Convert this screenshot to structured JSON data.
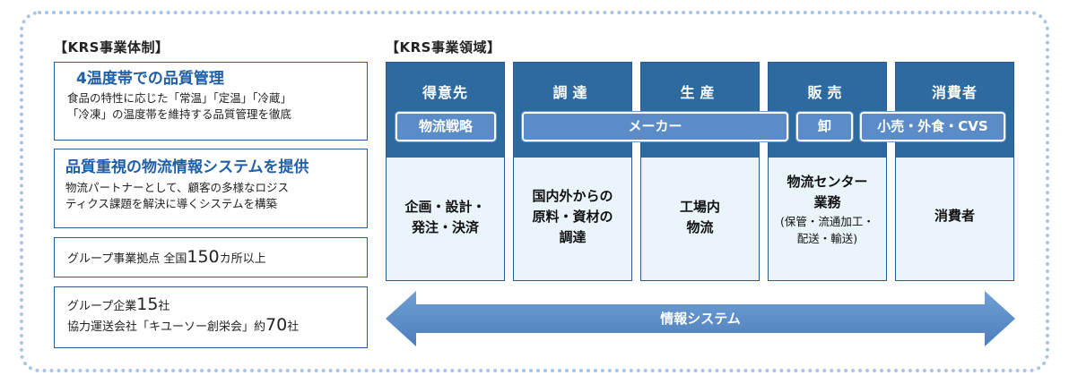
{
  "left": {
    "title": "【KRS事業体制】",
    "box1": {
      "heading": "4温度帯での品質管理",
      "line1": "食品の特性に応じた「常温」「定温」「冷蔵」",
      "line2": "「冷凍」の温度帯を維持する品質管理を徹底"
    },
    "box2": {
      "heading": "品質重視の物流情報システムを提供",
      "line1": "物流パートナーとして、顧客の多様なロジス",
      "line2": "ティクス課題を解決に導くシステムを構築"
    },
    "box3": {
      "prefix": "グループ事業拠点 全国",
      "number": "150",
      "suffix": "カ所以上"
    },
    "box4": {
      "line1_prefix": "グループ企業",
      "line1_number": "15",
      "line1_suffix": "社",
      "line2_prefix": "協力運送会社「キユーソー創栄会」約",
      "line2_number": "70",
      "line2_suffix": "社"
    }
  },
  "right": {
    "title": "【KRS事業領域】",
    "columns": [
      {
        "label": "得意先",
        "desc1": "企画・設計・",
        "desc2": "発注・決済"
      },
      {
        "label": "調達",
        "desc1": "国内外からの",
        "desc2": "原料・資材の",
        "desc3": "調達"
      },
      {
        "label": "生産",
        "desc1": "工場内",
        "desc2": "物流"
      },
      {
        "label": "販売",
        "desc1": "物流センター",
        "desc2": "業務",
        "sub1": "(保管・流通加工・",
        "sub2": "配送・輸送)"
      },
      {
        "label": "消費者",
        "desc1": "消費者"
      }
    ],
    "pills": {
      "strategy": "物流戦略",
      "maker": "メーカー",
      "wholesale": "卸",
      "retail": "小売・外食・CVS"
    },
    "arrow_label": "情報システム"
  },
  "colors": {
    "navy": "#2c6aa0",
    "pill": "#5b8cc7",
    "light_bg": "#eaf4fb",
    "arrow": "#5b8cc7",
    "heading_blue": "#1f5fa8",
    "dotted_frame": "#a9c4e4"
  }
}
